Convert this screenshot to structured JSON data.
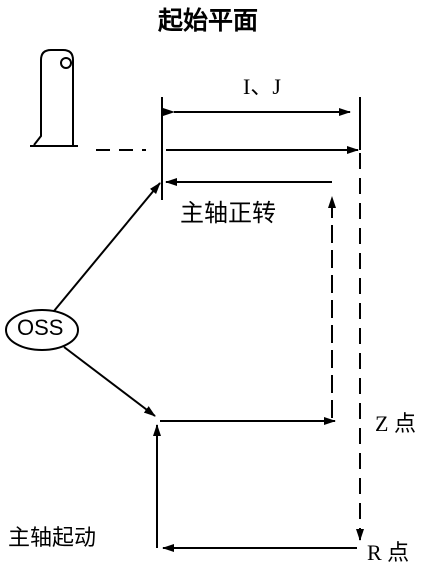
{
  "labels": {
    "start_plane": "起始平面",
    "ij": "I、J",
    "spindle_forward": "主轴正转",
    "oss": "OSS",
    "z_point": "Z 点",
    "spindle_start": "主轴起动",
    "r_point": "R 点"
  },
  "icons": {
    "tool": "boring-bar-tool-icon"
  }
}
